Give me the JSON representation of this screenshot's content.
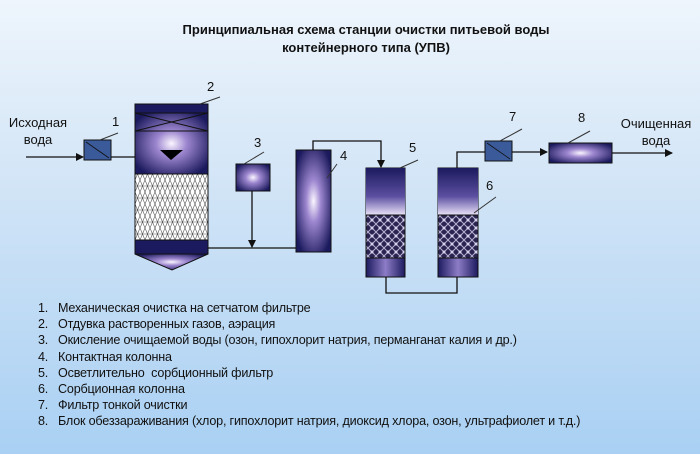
{
  "title": {
    "line1": "Принципиальная схема станции очистки питьевой воды",
    "line2": "контейнерного типа (УПВ)"
  },
  "diagram": {
    "input_label": [
      "Исходная",
      "вода"
    ],
    "output_label": [
      "Очищенная",
      "вода"
    ],
    "unit_numbers": [
      "1",
      "2",
      "3",
      "4",
      "5",
      "6",
      "7",
      "8"
    ]
  },
  "legend": [
    {
      "num": "1.",
      "text": "Механическая очистка на сетчатом фильтре"
    },
    {
      "num": "2.",
      "text": "Отдувка растворенных газов, аэрация"
    },
    {
      "num": "3.",
      "text": "Окисление очищаемой воды (озон, гипохлорит натрия, перманганат калия и др.)"
    },
    {
      "num": "4.",
      "text": "Контактная колонна"
    },
    {
      "num": "5.",
      "text": "Осветлительно  сорбционный фильтр"
    },
    {
      "num": "6.",
      "text": "Сорбционная колонна"
    },
    {
      "num": "7.",
      "text": "Фильтр тонкой очистки"
    },
    {
      "num": "8.",
      "text": "Блок обеззараживания (хлор, гипохлорит натрия, диоксид хлора, озон, ультрафиолет и т.д.)"
    }
  ],
  "colors": {
    "unit_dark": "#1c1a5e",
    "unit_light": "#f4eefc",
    "filter_box": "#3b5a9a"
  }
}
